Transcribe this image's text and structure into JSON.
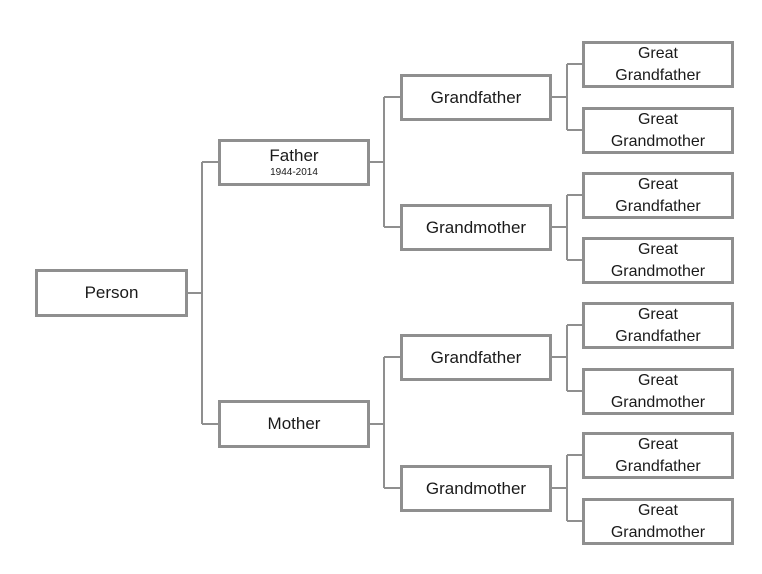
{
  "tree": {
    "person": {
      "label": "Person"
    },
    "father": {
      "label": "Father",
      "dates": "1944-2014"
    },
    "mother": {
      "label": "Mother"
    },
    "paternal_grandfather": {
      "label": "Grandfather"
    },
    "paternal_grandmother": {
      "label": "Grandmother"
    },
    "maternal_grandfather": {
      "label": "Grandfather"
    },
    "maternal_grandmother": {
      "label": "Grandmother"
    },
    "great_grandparents": [
      {
        "line1": "Great",
        "line2": "Grandfather"
      },
      {
        "line1": "Great",
        "line2": "Grandmother"
      },
      {
        "line1": "Great",
        "line2": "Grandfather"
      },
      {
        "line1": "Great",
        "line2": "Grandmother"
      },
      {
        "line1": "Great",
        "line2": "Grandfather"
      },
      {
        "line1": "Great",
        "line2": "Grandmother"
      },
      {
        "line1": "Great",
        "line2": "Grandfather"
      },
      {
        "line1": "Great",
        "line2": "Grandmother"
      }
    ]
  },
  "colors": {
    "border": "#8f8f8f",
    "connector": "#8f8f8f",
    "text": "#1a1a1a"
  }
}
